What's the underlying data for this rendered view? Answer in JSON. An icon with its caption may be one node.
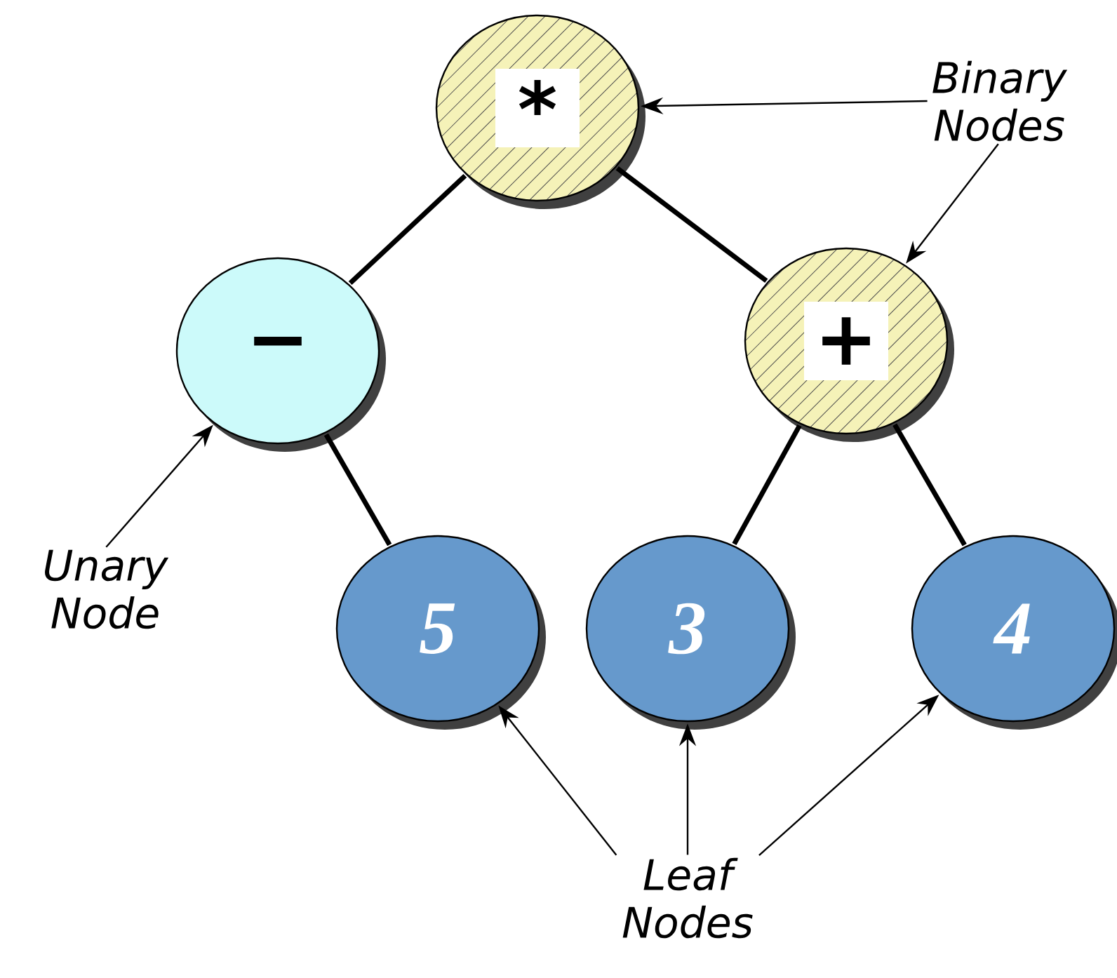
{
  "diagram": {
    "nodes": [
      {
        "text": [
          "*"
        ]
      },
      {
        "text": [
          "−"
        ]
      },
      {
        "text": [
          "+"
        ]
      },
      {
        "text": [
          "5"
        ]
      },
      {
        "text": [
          "3"
        ]
      },
      {
        "text": [
          "4"
        ]
      },
      {
        "text": [
          "Binary Nodes"
        ]
      },
      {
        "text": [
          "Unary Node"
        ]
      },
      {
        "text": [
          "Leaf Nodes"
        ]
      }
    ],
    "edges": [
      {
        "from": 0,
        "to": 1,
        "arrow": "none",
        "style": "thick"
      },
      {
        "from": 0,
        "to": 2,
        "arrow": "none",
        "style": "thick"
      },
      {
        "from": 1,
        "to": 3,
        "arrow": "none",
        "style": "thick"
      },
      {
        "from": 2,
        "to": 4,
        "arrow": "none",
        "style": "thick"
      },
      {
        "from": 2,
        "to": 5,
        "arrow": "none",
        "style": "thick"
      },
      {
        "from": 6,
        "to": 0,
        "arrow": "to"
      },
      {
        "from": 6,
        "to": 2,
        "arrow": "to"
      },
      {
        "from": 7,
        "to": 1,
        "arrow": "to"
      },
      {
        "from": 8,
        "to": 3,
        "arrow": "to"
      },
      {
        "from": 8,
        "to": 4,
        "arrow": "to"
      },
      {
        "from": 8,
        "to": 5,
        "arrow": "to"
      }
    ]
  }
}
